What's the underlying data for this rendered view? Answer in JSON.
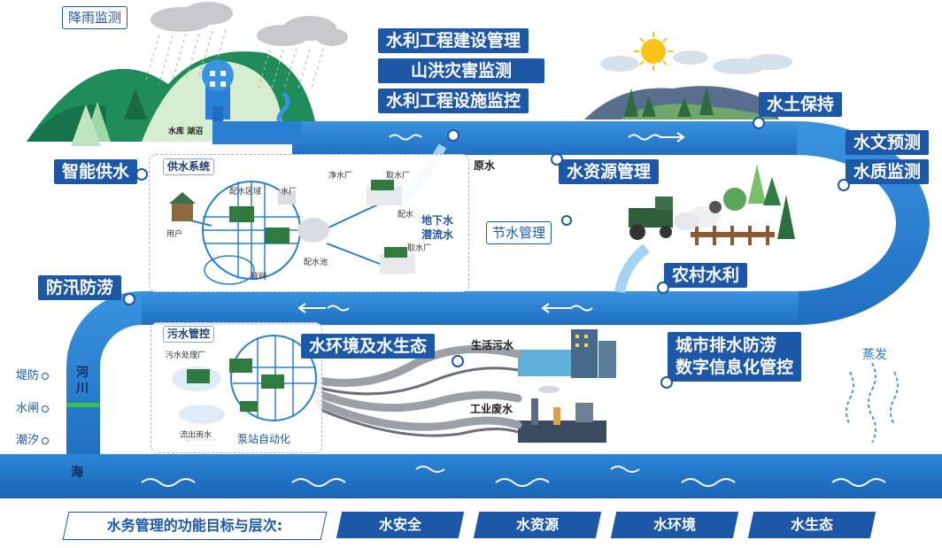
{
  "top_left_tag": "降雨监测",
  "reservoir_label": "水库 湖沼",
  "top_tags": [
    "水利工程建设管理",
    "山洪灾害监测",
    "水利工程设施监控"
  ],
  "soil_tag": "水土保持",
  "right_tags": [
    "水文预测",
    "水质监测"
  ],
  "water_resource_tag": "水资源管理",
  "raw_water": "原水",
  "supply_tag": "智能供水",
  "supply_box": {
    "title": "供水系统",
    "labels": {
      "peishui_quyu": "配水区域",
      "shuichang": "水厂",
      "jingshuichang": "净水厂",
      "qushuichang": "取水厂",
      "peishui": "配水",
      "yonghu": "用户",
      "peishuichi": "配水池",
      "guanwang": "管网",
      "qushuichang2": "取水厂"
    },
    "underground": [
      "地下水",
      "潜流水"
    ]
  },
  "water_saving_tag": "节水管理",
  "rural_tag": "农村水利",
  "flood_tag": "防汛防涝",
  "sewage_box": {
    "title": "污水管控",
    "labels": {
      "plant": "污水处理厂",
      "outflow": "流出雨水",
      "pump": "泵站自动化"
    }
  },
  "env_tag": "水环境及水生态",
  "domestic_sewage": "生活污水",
  "industrial_wastewater": "工业废水",
  "city_drainage_tag": [
    "城市排水防涝",
    "数字信息化管控"
  ],
  "evaporation": "蒸发",
  "side_labels": [
    "堤防",
    "水闸",
    "潮汐"
  ],
  "river_label": "河川",
  "sea_label": "海",
  "bottom": {
    "label": "水务管理的功能目标与层次:",
    "buttons": [
      "水安全",
      "水资源",
      "水环境",
      "水生态"
    ]
  },
  "colors": {
    "river": "#2a7fd0",
    "tag": "#1c57a8",
    "mountain": "#1f8c5a"
  }
}
